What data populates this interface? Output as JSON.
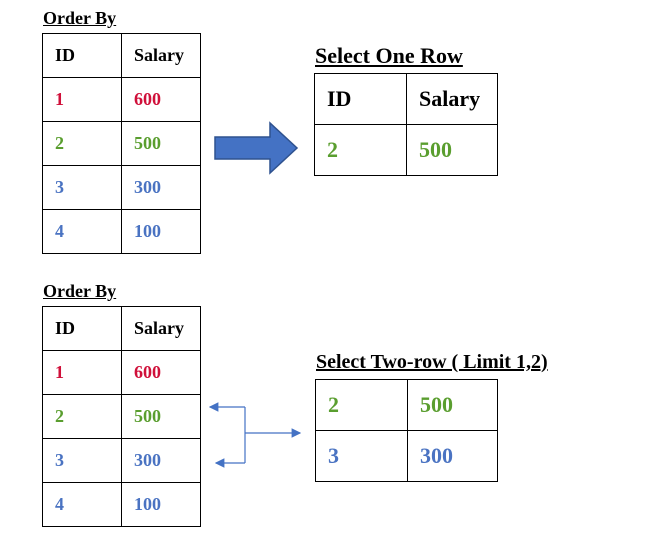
{
  "top": {
    "caption": "Order By",
    "table": {
      "headers": [
        "ID",
        "Salary"
      ],
      "rows": [
        {
          "id": "1",
          "salary": "600",
          "color": "#d0103a"
        },
        {
          "id": "2",
          "salary": "500",
          "color": "#5a9e2f"
        },
        {
          "id": "3",
          "salary": "300",
          "color": "#4a73c2"
        },
        {
          "id": "4",
          "salary": "100",
          "color": "#4a73c2"
        }
      ]
    },
    "result_caption": "Select One Row",
    "result": {
      "headers": [
        "ID",
        "Salary"
      ],
      "rows": [
        {
          "id": "2",
          "salary": "500",
          "color": "#5a9e2f"
        }
      ]
    }
  },
  "bottom": {
    "caption": "Order By",
    "table": {
      "headers": [
        "ID",
        "Salary"
      ],
      "rows": [
        {
          "id": "1",
          "salary": "600",
          "color": "#d0103a"
        },
        {
          "id": "2",
          "salary": "500",
          "color": "#5a9e2f"
        },
        {
          "id": "3",
          "salary": "300",
          "color": "#4a73c2"
        },
        {
          "id": "4",
          "salary": "100",
          "color": "#4a73c2"
        }
      ]
    },
    "result_caption": "Select Two-row ( Limit 1,2)",
    "result": {
      "rows": [
        {
          "id": "2",
          "salary": "500",
          "color": "#5a9e2f"
        },
        {
          "id": "3",
          "salary": "300",
          "color": "#4a73c2"
        }
      ]
    }
  },
  "colors": {
    "arrow_fill": "#4472c4",
    "arrow_stroke": "#2f528f"
  }
}
